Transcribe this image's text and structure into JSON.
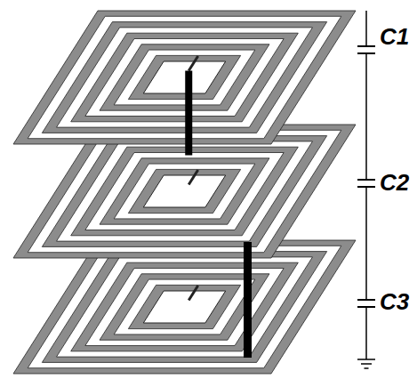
{
  "diagram": {
    "labels": [
      "C1",
      "C2",
      "C3"
    ]
  }
}
